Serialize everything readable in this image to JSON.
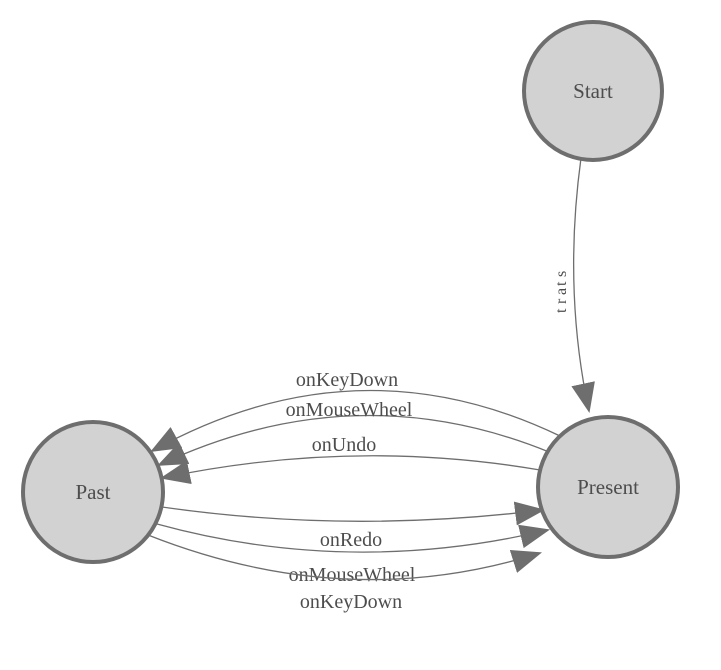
{
  "diagram": {
    "type": "state-machine",
    "colors": {
      "background": "#ffffff",
      "node_fill": "#d2d2d2",
      "node_stroke": "#6e6e6e",
      "edge_stroke": "#6e6e6e",
      "arrow_fill": "#6e6e6e",
      "label_text": "#4d4d4d"
    },
    "nodes": {
      "start": {
        "label": "Start"
      },
      "past": {
        "label": "Past"
      },
      "present": {
        "label": "Present"
      }
    },
    "edges": [
      {
        "from": "Start",
        "to": "Present",
        "label": "start"
      },
      {
        "from": "Present",
        "to": "Past",
        "label": "onKeyDown"
      },
      {
        "from": "Present",
        "to": "Past",
        "label": "onMouseWheel"
      },
      {
        "from": "Present",
        "to": "Past",
        "label": "onUndo"
      },
      {
        "from": "Past",
        "to": "Present",
        "label": "onRedo"
      },
      {
        "from": "Past",
        "to": "Present",
        "label": "onMouseWheel"
      },
      {
        "from": "Past",
        "to": "Present",
        "label": "onKeyDown"
      }
    ]
  }
}
